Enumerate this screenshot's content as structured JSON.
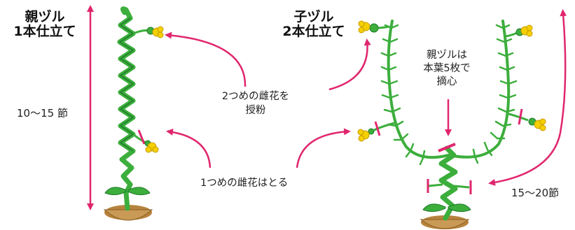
{
  "left_method": {
    "title_line1": "親ヅル",
    "title_line2": "1本仕立て",
    "measure_label": "10～15 節"
  },
  "right_method": {
    "title_line1": "子ヅル",
    "title_line2": "2本仕立て",
    "measure_label": "15～20節",
    "pinch_note_line1": "親ヅルは",
    "pinch_note_line2": "本葉5枚で",
    "pinch_note_line3": "摘心"
  },
  "shared_notes": {
    "second_flower_line1": "2つめの雌花を",
    "second_flower_line2": "授粉",
    "first_flower": "1つめの雌花はとる"
  },
  "colors": {
    "arrow": "#e0266e",
    "vine": "#3cae3c",
    "vine_dark": "#1f7a2a",
    "flower": "#f5d000",
    "soil": "#c99a55",
    "cut_mark": "#e0266e"
  }
}
